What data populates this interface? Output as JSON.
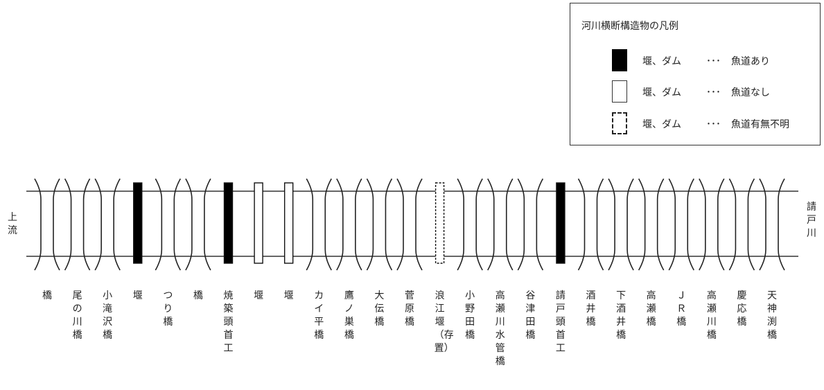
{
  "legend": {
    "title": "河川横断構造物の凡例",
    "items": [
      {
        "type": "fishway",
        "label": "堰、ダム",
        "dots": "･･･",
        "meaning": "魚道あり"
      },
      {
        "type": "no-fishway",
        "label": "堰、ダム",
        "dots": "･･･",
        "meaning": "魚道なし"
      },
      {
        "type": "unknown",
        "label": "堰、ダム",
        "dots": "･･･",
        "meaning": "魚道有無不明"
      }
    ]
  },
  "river": {
    "upstream_label": "上流",
    "river_name": "請戸川"
  },
  "structures": [
    {
      "kind": "bridge",
      "name": "橋"
    },
    {
      "kind": "bridge",
      "name": "尾の川橋"
    },
    {
      "kind": "bridge",
      "name": "小滝沢橋"
    },
    {
      "kind": "weir-fishway",
      "name": "堰"
    },
    {
      "kind": "bridge",
      "name": "つり橋"
    },
    {
      "kind": "bridge",
      "name": "橋"
    },
    {
      "kind": "weir-fishway",
      "name": "焼築頭首工"
    },
    {
      "kind": "weir-none",
      "name": "堰"
    },
    {
      "kind": "weir-none",
      "name": "堰"
    },
    {
      "kind": "bridge",
      "name": "カイ平橋"
    },
    {
      "kind": "bridge",
      "name": "鷹ノ巣橋"
    },
    {
      "kind": "bridge",
      "name": "大伝橋"
    },
    {
      "kind": "bridge",
      "name": "菅原橋"
    },
    {
      "kind": "weir-unknown",
      "name": "浪江堰（存置）"
    },
    {
      "kind": "bridge",
      "name": "小野田橋"
    },
    {
      "kind": "bridge",
      "name": "高瀬川水管橋"
    },
    {
      "kind": "bridge",
      "name": "谷津田橋"
    },
    {
      "kind": "weir-fishway",
      "name": "請戸頭首工"
    },
    {
      "kind": "bridge",
      "name": "酒井橋"
    },
    {
      "kind": "bridge",
      "name": "下酒井橋"
    },
    {
      "kind": "bridge",
      "name": "高瀬橋"
    },
    {
      "kind": "bridge",
      "name": "ＪＲ橋"
    },
    {
      "kind": "bridge",
      "name": "高瀬川橋"
    },
    {
      "kind": "bridge",
      "name": "慶応橋"
    },
    {
      "kind": "bridge",
      "name": "天神渕橋"
    }
  ],
  "colors": {
    "line": "#333333",
    "fishway_fill": "#000000",
    "no_fishway_fill": "#ffffff"
  }
}
